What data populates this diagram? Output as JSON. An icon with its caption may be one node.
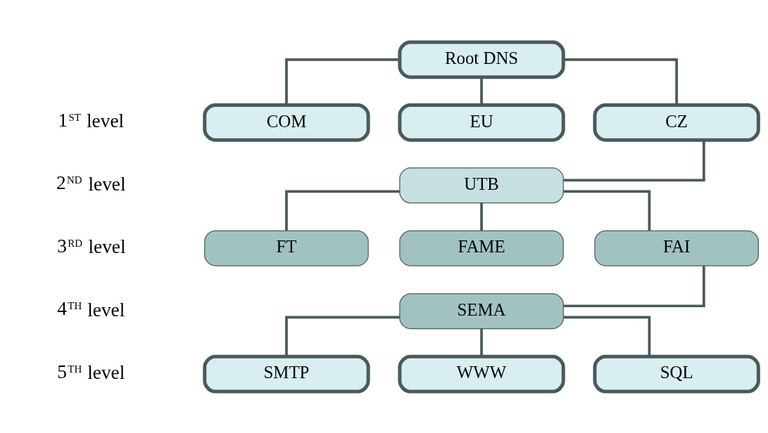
{
  "diagram": {
    "nodes": [
      {
        "text": [
          "Root DNS"
        ]
      },
      {
        "text": [
          "COM"
        ]
      },
      {
        "text": [
          "EU"
        ]
      },
      {
        "text": [
          "CZ"
        ]
      },
      {
        "text": [
          "UTB"
        ]
      },
      {
        "text": [
          "FT"
        ]
      },
      {
        "text": [
          "FAME"
        ]
      },
      {
        "text": [
          "FAI"
        ]
      },
      {
        "text": [
          "SEMA"
        ]
      },
      {
        "text": [
          "SMTP"
        ]
      },
      {
        "text": [
          "WWW"
        ]
      },
      {
        "text": [
          "SQL"
        ]
      }
    ],
    "edges": [
      {
        "from": 0,
        "to": 1,
        "arrow": "none"
      },
      {
        "from": 0,
        "to": 2,
        "arrow": "none"
      },
      {
        "from": 0,
        "to": 3,
        "arrow": "none"
      },
      {
        "from": 3,
        "to": 4,
        "arrow": "none"
      },
      {
        "from": 4,
        "to": 5,
        "arrow": "none"
      },
      {
        "from": 4,
        "to": 6,
        "arrow": "none"
      },
      {
        "from": 4,
        "to": 7,
        "arrow": "none"
      },
      {
        "from": 7,
        "to": 8,
        "arrow": "none"
      },
      {
        "from": 8,
        "to": 9,
        "arrow": "none"
      },
      {
        "from": 8,
        "to": 10,
        "arrow": "none"
      },
      {
        "from": 8,
        "to": 11,
        "arrow": "none"
      }
    ],
    "labels": [
      "1$^{ST}$ level",
      "2$^{ND}$ level",
      "3$^{RD}$ level",
      "4$^{TH}$ level",
      "5$^{TH}$ level"
    ]
  }
}
